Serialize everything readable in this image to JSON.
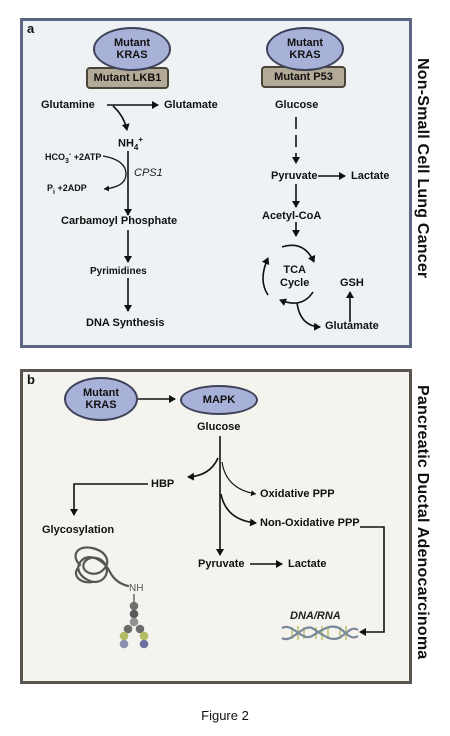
{
  "panel_a": {
    "label": "a",
    "side_title": "Non-Small Cell Lung Cancer",
    "kras_left_line1": "Mutant",
    "kras_left_line2": "KRAS",
    "lkb1": "Mutant LKB1",
    "kras_right_line1": "Mutant",
    "kras_right_line2": "KRAS",
    "p53": "Mutant P53",
    "glutamine": "Glutamine",
    "glutamate_top": "Glutamate",
    "nh4": "NH4+",
    "hco3": "HCO3- +2ATP",
    "pi": "Pi +2ADP",
    "cps1": "CPS1",
    "carbamoyl": "Carbamoyl Phosphate",
    "pyrimidines": "Pyrimidines",
    "dna_synthesis": "DNA Synthesis",
    "glucose": "Glucose",
    "pyruvate": "Pyruvate",
    "lactate": "Lactate",
    "acetyl_coa": "Acetyl-CoA",
    "tca_line1": "TCA",
    "tca_line2": "Cycle",
    "gsh": "GSH",
    "glutamate_bottom": "Glutamate"
  },
  "panel_b": {
    "label": "b",
    "side_title": "Pancreatic Ductal Adenocarcinoma",
    "kras_line1": "Mutant",
    "kras_line2": "KRAS",
    "mapk": "MAPK",
    "glucose": "Glucose",
    "hbp": "HBP",
    "oxidative_ppp": "Oxidative PPP",
    "non_oxidative_ppp": "Non-Oxidative PPP",
    "glycosylation": "Glycosylation",
    "nh": "NH",
    "pyruvate": "Pyruvate",
    "lactate": "Lactate",
    "dna_rna": "DNA/RNA"
  },
  "caption": "Figure 2"
}
